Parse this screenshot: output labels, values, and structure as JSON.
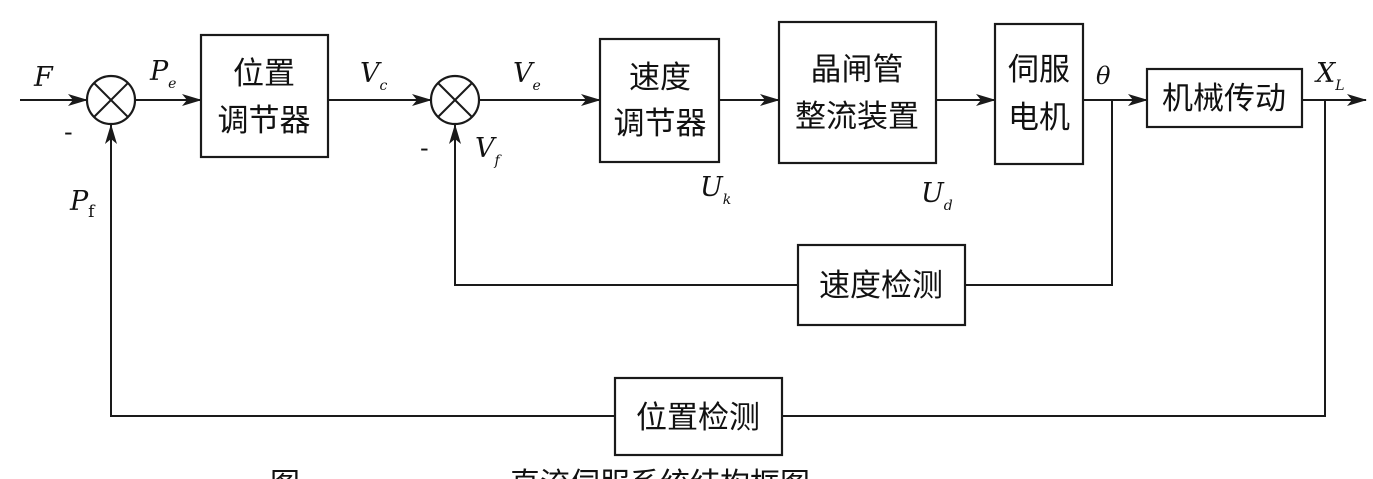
{
  "blocks": {
    "position_controller": [
      "位置",
      "调节器"
    ],
    "speed_controller": [
      "速度",
      "调节器"
    ],
    "thyristor_rectifier": [
      "晶闸管",
      "整流装置"
    ],
    "servo_motor": [
      "伺服",
      "电机"
    ],
    "mechanical_drive": "机械传动",
    "speed_detection": "速度检测",
    "position_detection": "位置检测"
  },
  "signals": {
    "input": {
      "main": "F"
    },
    "position_error": {
      "main": "P",
      "sub": "e"
    },
    "speed_command": {
      "main": "V",
      "sub": "c"
    },
    "speed_error": {
      "main": "V",
      "sub": "e"
    },
    "speed_feedback": {
      "main": "V",
      "sub": "f"
    },
    "position_feedback": {
      "main": "P",
      "sub": "f"
    },
    "control_voltage": {
      "main": "U",
      "sub": "k"
    },
    "armature_voltage": {
      "main": "U",
      "sub": "d"
    },
    "motor_angle": {
      "main": "θ"
    },
    "output": {
      "main": "X",
      "sub": "L"
    }
  },
  "signs": {
    "position_sum_minus": "-",
    "speed_sum_minus": "-"
  },
  "caption": "图　　　　　　　直流伺服系统结构框图"
}
